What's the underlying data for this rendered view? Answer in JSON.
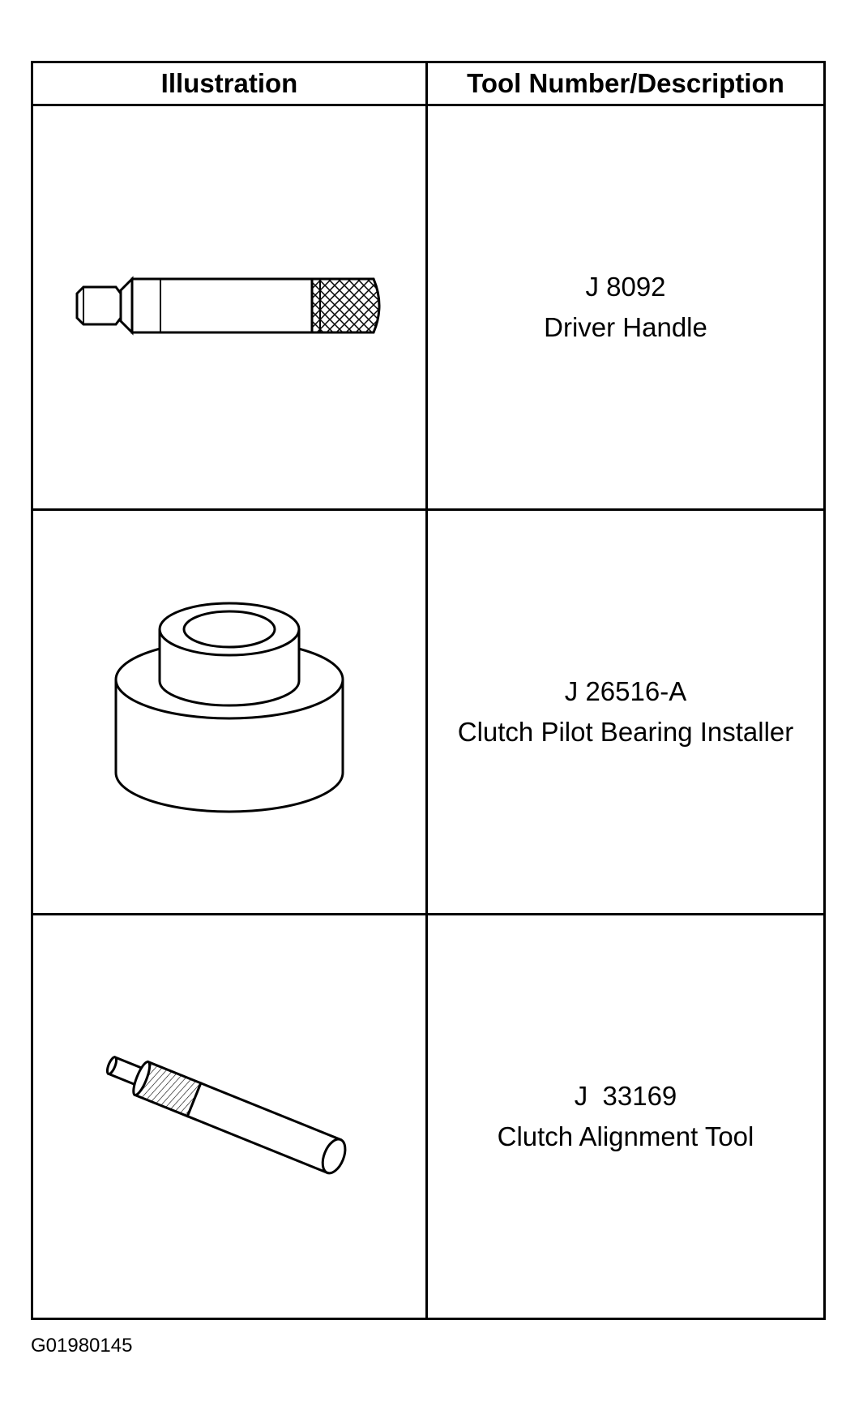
{
  "table": {
    "headers": {
      "illustration": "Illustration",
      "description": "Tool Number/Description"
    },
    "rows": [
      {
        "tool_number": "J 8092",
        "description": "Driver Handle",
        "icon": "driver-handle-icon"
      },
      {
        "tool_number": "J 26516-A",
        "description": "Clutch Pilot Bearing Installer",
        "icon": "pilot-bearing-installer-icon"
      },
      {
        "tool_number": "J  33169",
        "description": "Clutch Alignment Tool",
        "icon": "clutch-alignment-tool-icon"
      }
    ]
  },
  "figure_code": "G01980145"
}
